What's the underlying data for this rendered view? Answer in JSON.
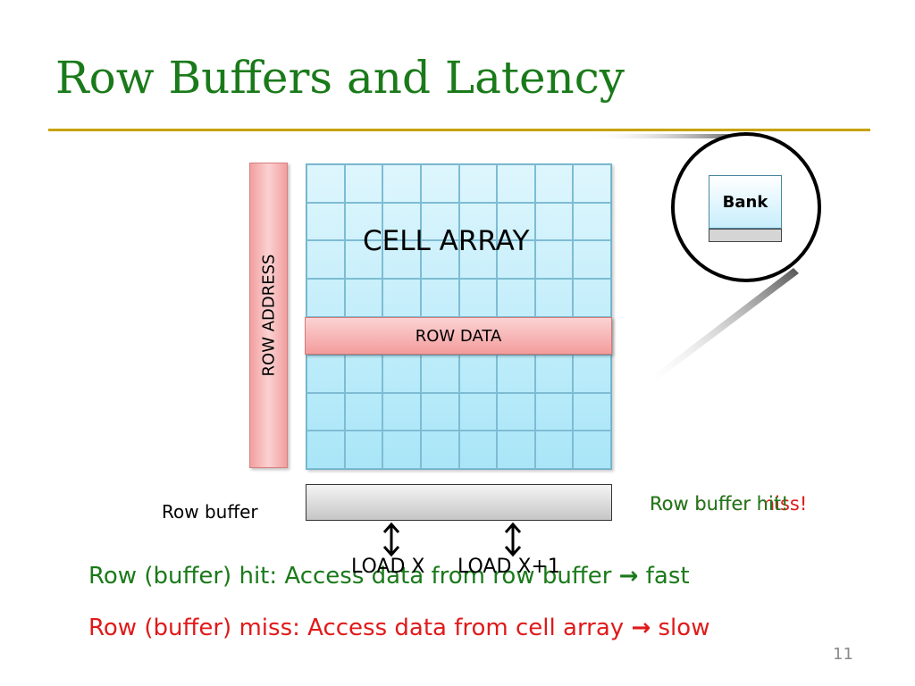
{
  "slide": {
    "title": "Row Buffers and Latency",
    "page_number": "11"
  },
  "diagram": {
    "row_address_label": "ROW ADDRESS",
    "cell_array_label": "CELL ARRAY",
    "row_data_label": "ROW DATA",
    "row_buffer_label": "Row buffer",
    "load_x_label": "LOAD X",
    "load_x1_label": "LOAD X+1",
    "bank_label": "Bank",
    "status_miss_text": "Row buffer miss!",
    "status_hit_text": "Row buffer hit!"
  },
  "bullets": {
    "hit_text": "Row (buffer) hit: Access data from row buffer",
    "hit_tail": " fast",
    "miss_text": "Row (buffer) miss: Access data from cell array",
    "miss_tail": " slow",
    "arrow_glyph": "→"
  },
  "colors": {
    "title": "#1a7a1a",
    "hit": "#1a7a1a",
    "miss": "#e01a1a",
    "rule": "#c8a200"
  }
}
